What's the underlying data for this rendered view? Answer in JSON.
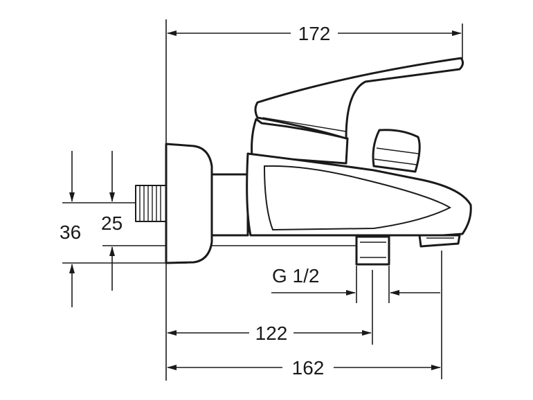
{
  "dimensions": {
    "overall_width": "172",
    "center_to_spout_end": "162",
    "center_to_outlet": "122",
    "outlet_thread": "G 1/2",
    "height_36": "36",
    "height_25": "25"
  },
  "colors": {
    "line": "#1a1a1a",
    "background": "#ffffff"
  }
}
